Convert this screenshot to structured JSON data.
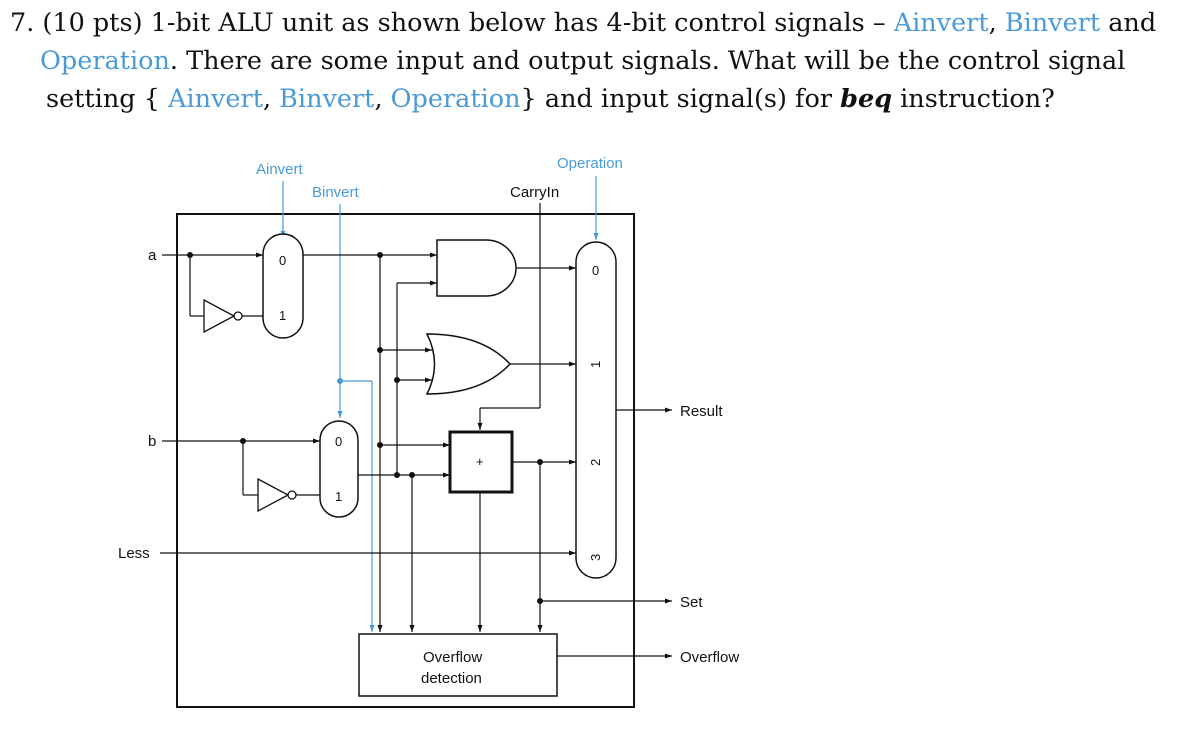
{
  "question": {
    "line1": {
      "prefix": "7. (10 pts) 1-bit ALU unit as shown below has 4-bit control signals – ",
      "sig1": "Ainvert",
      "sep1": ", ",
      "sig2": "Binvert",
      "suffix": " and"
    },
    "line2": {
      "sig": "Operation",
      "text": ". There are some input and output signals. What will be the control signal"
    },
    "line3": {
      "prefix": "setting { ",
      "sig1": "Ainvert",
      "sep1": ", ",
      "sig2": "Binvert",
      "sep2": ", ",
      "sig3": "Operation",
      "mid": "} and input signal(s) for ",
      "bold": "beq",
      "suffix": " instruction?"
    }
  },
  "diagram": {
    "control_labels": {
      "ainvert": "Ainvert",
      "binvert": "Binvert",
      "operation": "Operation",
      "carryin": "CarryIn"
    },
    "inputs": {
      "a": "a",
      "b": "b",
      "less": "Less"
    },
    "outputs": {
      "result": "Result",
      "set": "Set",
      "overflow": "Overflow"
    },
    "mux_a": {
      "in0": "0",
      "in1": "1"
    },
    "mux_b": {
      "in0": "0",
      "in1": "1"
    },
    "mux_op": {
      "in0": "0",
      "in1": "1",
      "in2": "2",
      "in3": "3"
    },
    "adder_symbol": "+",
    "overflow_box": {
      "line1": "Overflow",
      "line2": "detection"
    },
    "colors": {
      "control": "#4a9ad6",
      "wire": "#111111",
      "text": "#111111"
    }
  }
}
